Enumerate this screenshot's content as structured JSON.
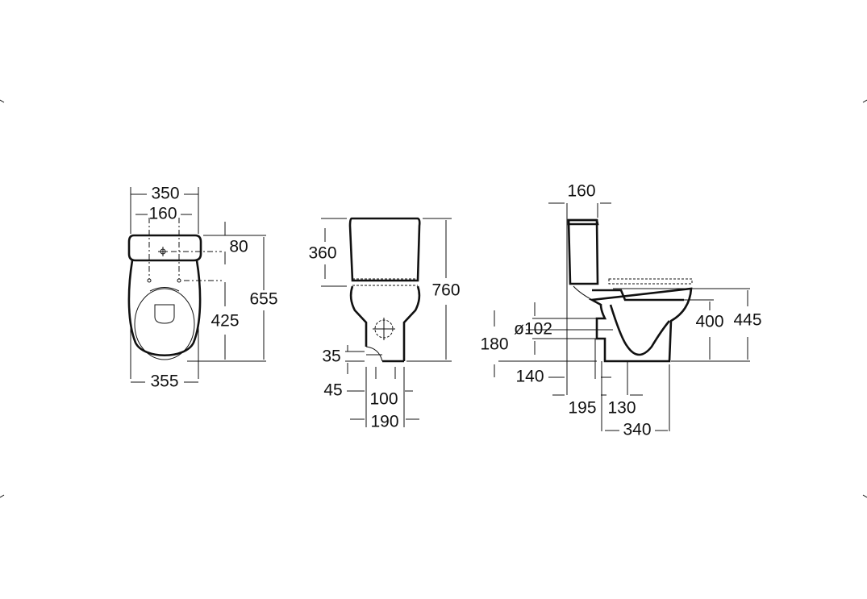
{
  "drawing": {
    "front_view": {
      "width_top": "350",
      "fixing_spacing": "160",
      "fixing_height": "80",
      "total_depth": "655",
      "seat_fixing_to_front": "425",
      "width_bottom": "355"
    },
    "rear_view": {
      "cistern_height": "360",
      "total_height": "760",
      "inlet_height": "35",
      "inlet_offset": "45",
      "floor_fixing_spacing": "100",
      "pedestal_width": "190"
    },
    "side_view": {
      "cistern_depth": "160",
      "outlet_diameter": "ø102",
      "outlet_height": "180",
      "rim_height": "400",
      "seat_height": "445",
      "outlet_to_wall": "140",
      "cistern_to_pedestal": "195",
      "fixing_offset": "130",
      "pedestal_depth": "340"
    }
  }
}
